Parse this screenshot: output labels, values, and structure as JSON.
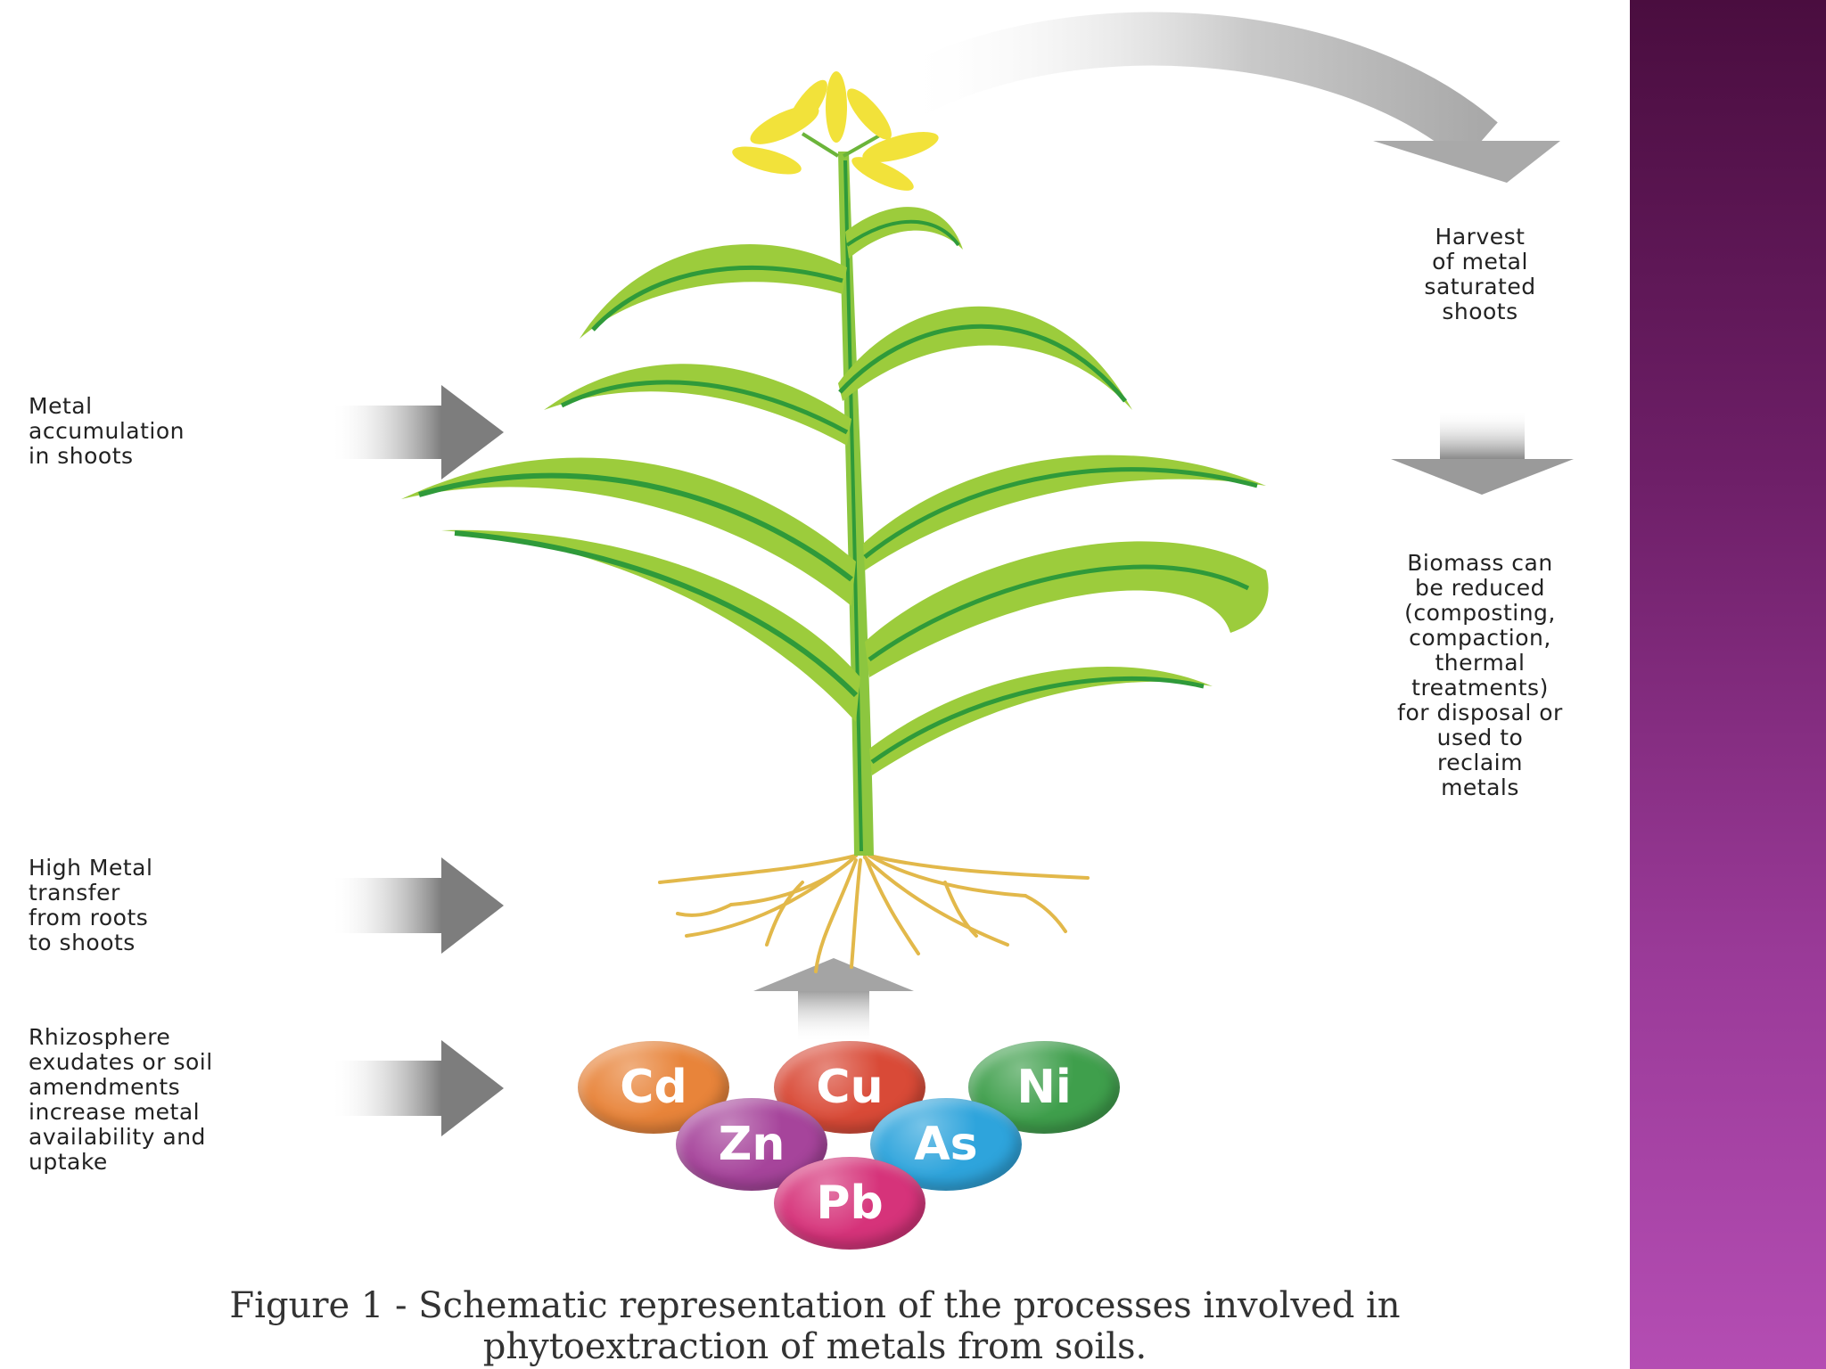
{
  "labels": {
    "metal_accumulation": "Metal\naccumulation\nin shoots",
    "root_transfer": "High Metal\ntransfer\nfrom roots\nto shoots",
    "rhizosphere": "Rhizosphere\nexudates or soil\namendments\nincrease metal\navailability and\nuptake",
    "harvest": "Harvest\nof metal\nsaturated\nshoots",
    "biomass": "Biomass can\nbe reduced\n(composting,\ncompaction,\nthermal\ntreatments)\nfor disposal or\nused to\nreclaim\nmetals"
  },
  "metals": [
    {
      "symbol": "Cd",
      "color": "#e8843a"
    },
    {
      "symbol": "Cu",
      "color": "#d94a37"
    },
    {
      "symbol": "Ni",
      "color": "#3f9f4c"
    },
    {
      "symbol": "Zn",
      "color": "#a6449b"
    },
    {
      "symbol": "As",
      "color": "#2ea4dc"
    },
    {
      "symbol": "Pb",
      "color": "#d6337a"
    }
  ],
  "caption": "Figure 1 - Schematic representation of the processes involved in\nphytoextraction of metals from soils.",
  "colors": {
    "leaf_light": "#9ccc3c",
    "leaf_dark": "#2f9a3a",
    "root": "#e2b84a",
    "flower": "#f2e23a",
    "arrow": "#8e8e8e",
    "side_band": "#7a2772"
  }
}
